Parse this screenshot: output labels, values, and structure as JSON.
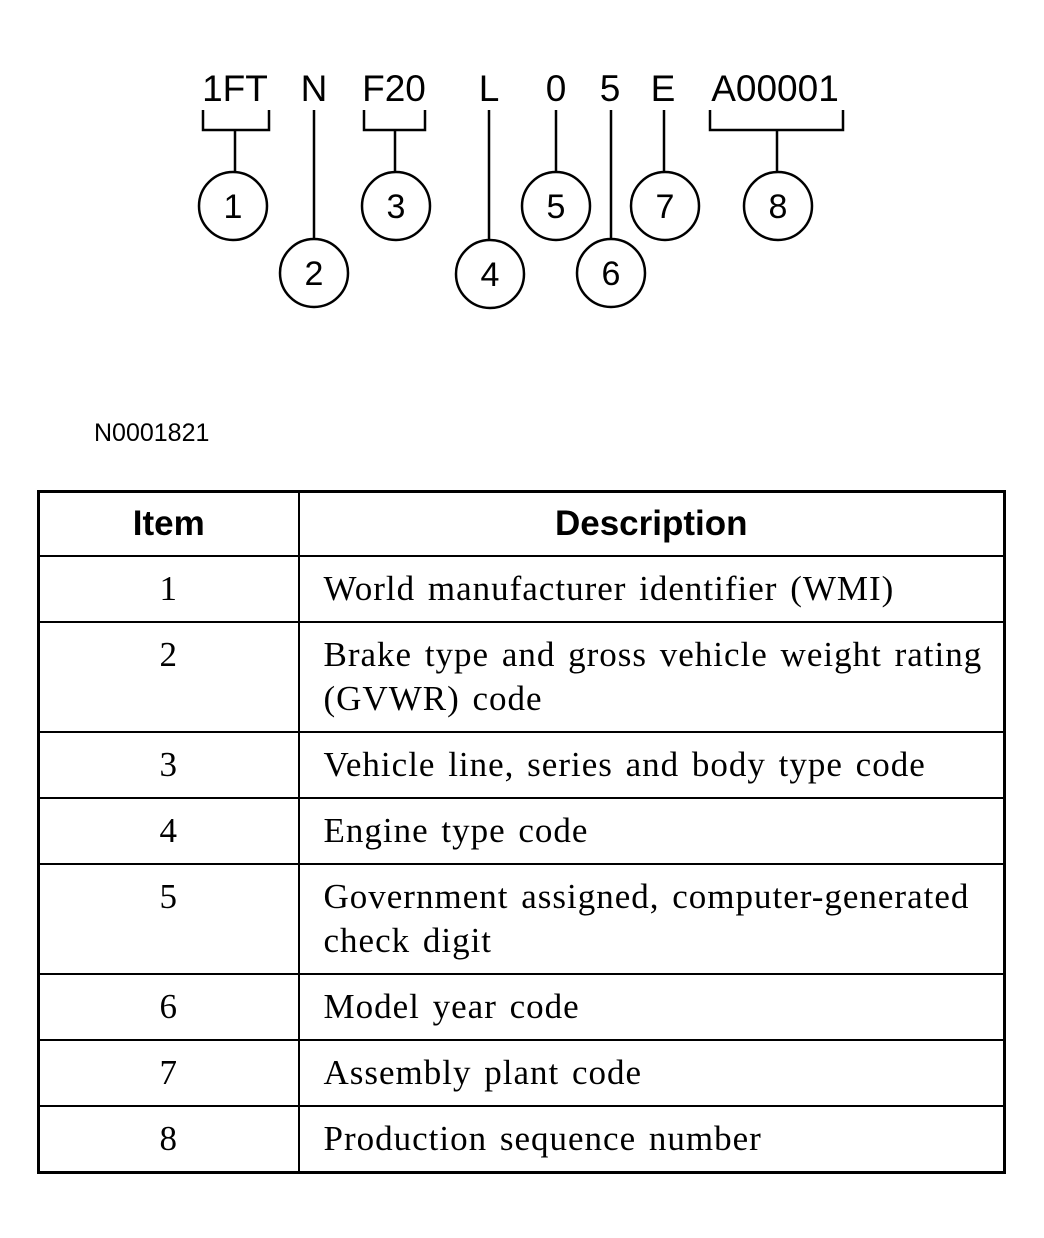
{
  "vin_segments": [
    {
      "text": "1FT",
      "callout": "1"
    },
    {
      "text": "N",
      "callout": "2"
    },
    {
      "text": "F20",
      "callout": "3"
    },
    {
      "text": "L",
      "callout": "4"
    },
    {
      "text": "0",
      "callout": "5"
    },
    {
      "text": "5",
      "callout": "6"
    },
    {
      "text": "E",
      "callout": "7"
    },
    {
      "text": "A00001",
      "callout": "8"
    }
  ],
  "figure_id": "N0001821",
  "table": {
    "headers": {
      "item": "Item",
      "description": "Description"
    },
    "rows": [
      {
        "item": "1",
        "description": "World manufacturer identifier (WMI)"
      },
      {
        "item": "2",
        "description": "Brake type and gross vehicle weight rating (GVWR) code"
      },
      {
        "item": "3",
        "description": "Vehicle line, series and body type code"
      },
      {
        "item": "4",
        "description": "Engine type code"
      },
      {
        "item": "5",
        "description": "Government assigned, computer-generated check digit"
      },
      {
        "item": "6",
        "description": "Model year code"
      },
      {
        "item": "7",
        "description": "Assembly plant code"
      },
      {
        "item": "8",
        "description": "Production sequence number"
      }
    ]
  }
}
